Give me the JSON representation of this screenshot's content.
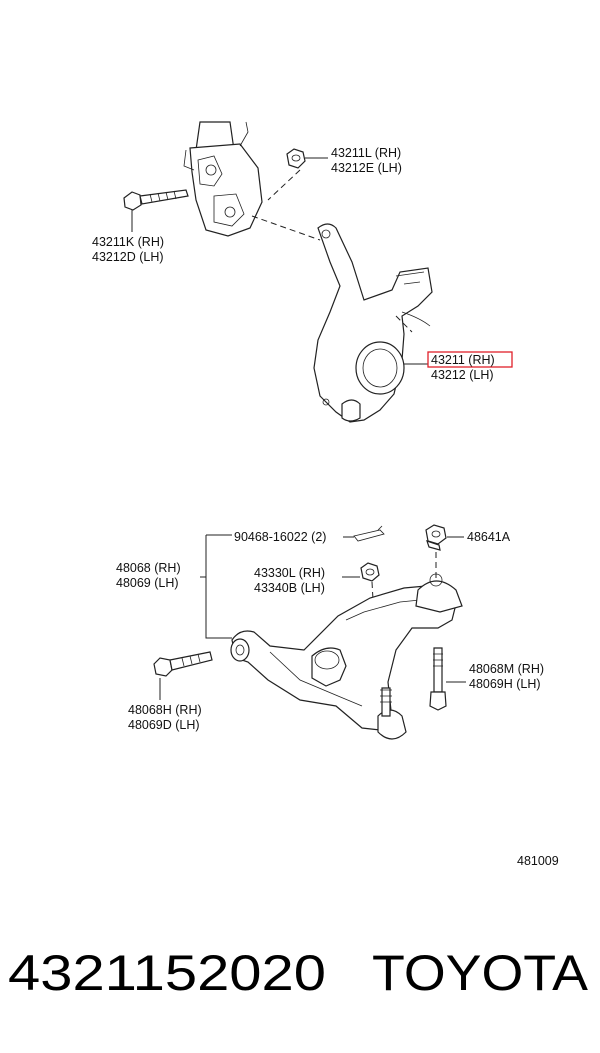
{
  "labels": {
    "nut_top_rh": "43211L (RH)",
    "nut_top_lh": "43212E (LH)",
    "bolt_top_rh": "43211K (RH)",
    "bolt_top_lh": "43212D (LH)",
    "knuckle_rh": "43211 (RH)",
    "knuckle_lh": "43212 (LH)",
    "pin": "90468-16022 (2)",
    "nut_48641": "48641A",
    "arm_rh": "48068 (RH)",
    "arm_lh": "48069 (LH)",
    "nut_mid_rh": "43330L (RH)",
    "nut_mid_lh": "43340B (LH)",
    "bolt_right_rh": "48068M (RH)",
    "bolt_right_lh": "48069H (LH)",
    "bolt_left_rh": "48068H (RH)",
    "bolt_left_lh": "48069D (LH)",
    "diagram_code": "481009"
  },
  "caption": {
    "part_number": "4321152020",
    "brand": "TOYOTA"
  },
  "highlight_color": "#e0202a"
}
